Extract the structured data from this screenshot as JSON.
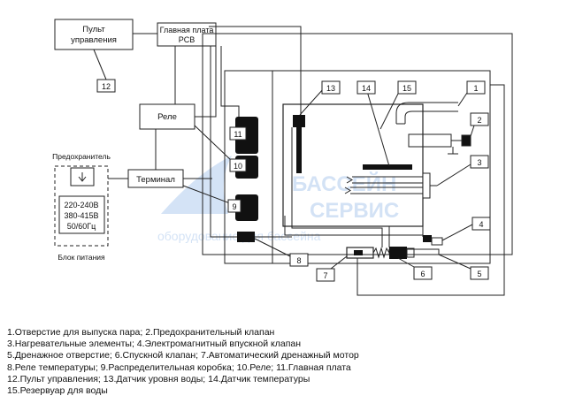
{
  "blocks": {
    "control_panel": [
      "Пульт",
      "управления"
    ],
    "main_board": [
      "Главная плата",
      "PCB"
    ],
    "relay": "Реле",
    "terminal": "Терминал",
    "fuse": "Предохранитель",
    "power_values": [
      "220-240В",
      "380-415В",
      "50/60Гц"
    ],
    "power_unit": "Блок питания"
  },
  "callouts": [
    "1",
    "2",
    "3",
    "4",
    "5",
    "6",
    "7",
    "8",
    "9",
    "10",
    "11",
    "12",
    "13",
    "14",
    "15"
  ],
  "watermark": {
    "line1": "БАССЕЙН",
    "line2": "СЕРВИС",
    "tagline": "оборудование для бассейна",
    "color": "#3d7fd6"
  },
  "legend": [
    "1.Отверстие для выпуска пара; 2.Предохранительный клапан",
    "3.Нагревательные элементы; 4.Электромагнитный впускной клапан",
    "5.Дренажное отверстие; 6.Спускной клапан; 7.Автоматический дренажный мотор",
    "8.Реле температуры; 9.Распределительная коробка; 10.Реле; 11.Главная плата",
    "12.Пульт управления; 13.Датчик уровня воды; 14.Датчик температуры",
    "15.Резервуар для воды"
  ]
}
